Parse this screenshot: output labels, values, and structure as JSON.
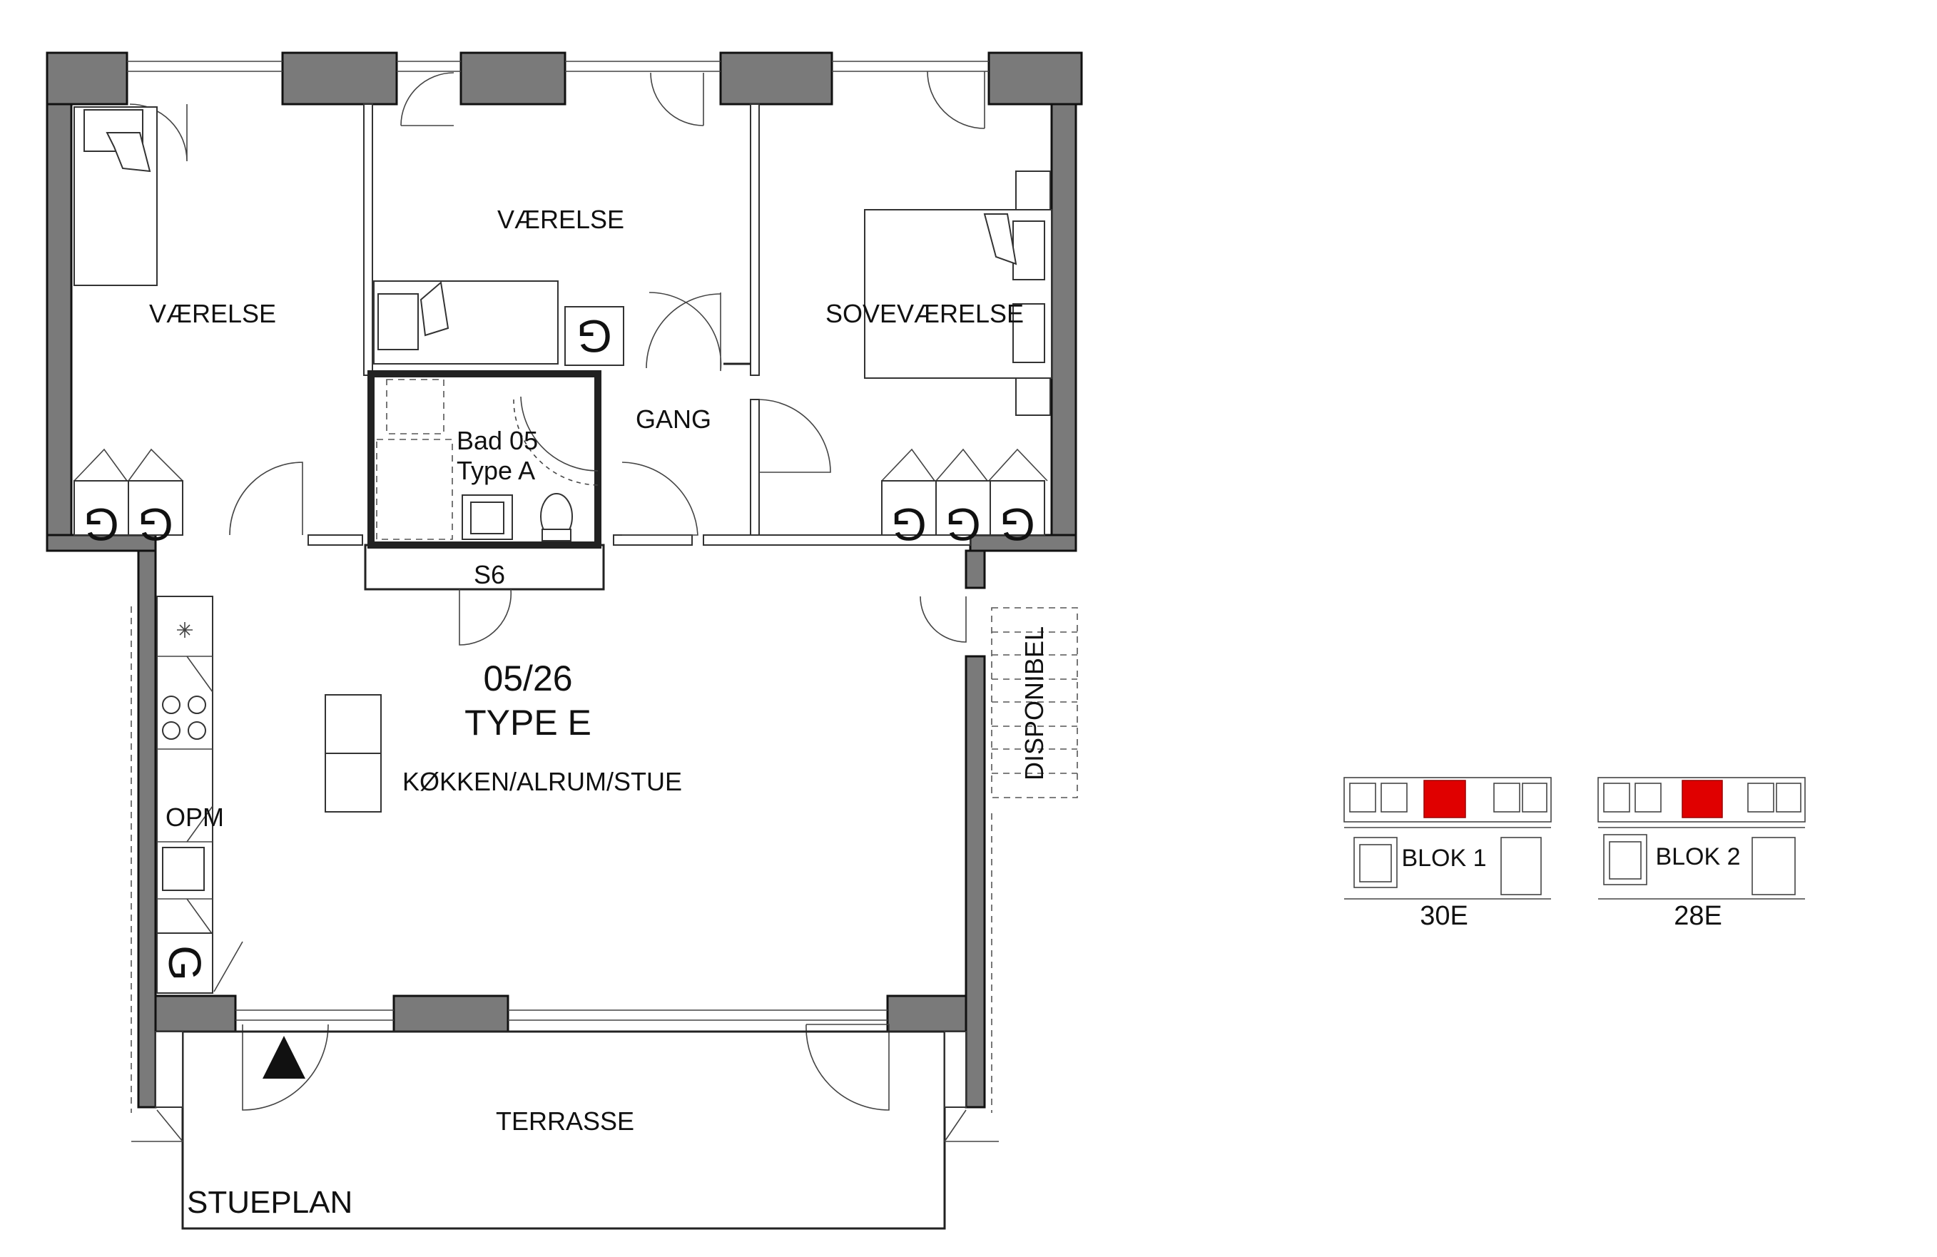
{
  "rooms": {
    "vaerelse_left": "VÆRELSE",
    "vaerelse_middle": "VÆRELSE",
    "sovevaerelse": "SOVEVÆRELSE",
    "gang": "GANG",
    "bad_line1": "Bad 05",
    "bad_line2": "Type A",
    "storage": "S6",
    "kitchen": "KØKKEN/ALRUM/STUE",
    "opm": "OPM",
    "terrasse": "TERRASSE",
    "disponibel": "DISPONIBEL"
  },
  "apartment": {
    "number": "05/26",
    "type": "TYPE E"
  },
  "floor_label": "STUEPLAN",
  "wardrobe_glyph": "G",
  "key_plans": [
    {
      "block": "BLOK 1",
      "unit": "30E"
    },
    {
      "block": "BLOK 2",
      "unit": "28E"
    }
  ],
  "colors": {
    "wall": "#7a7a7a",
    "highlight": "#e00000"
  }
}
